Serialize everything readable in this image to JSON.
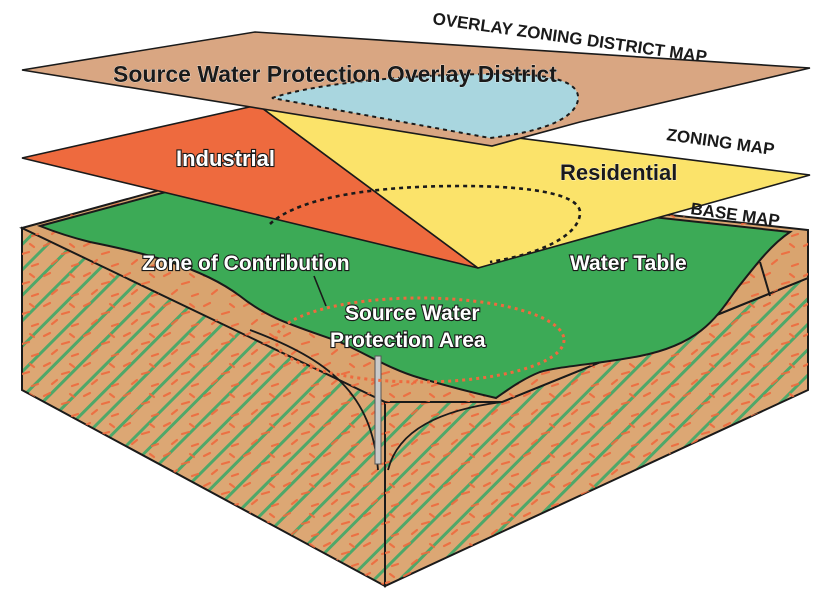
{
  "layers": {
    "overlay": {
      "map_label": "OVERLAY ZONING DISTRICT MAP",
      "district_label": "Source Water Protection Overlay District",
      "color": "#d9a682",
      "district_color": "#a9d6df"
    },
    "zoning": {
      "map_label": "ZONING MAP",
      "industrial_label": "Industrial",
      "residential_label": "Residential",
      "industrial_color": "#ee6a3e",
      "residential_color": "#fbe36a"
    },
    "base": {
      "map_label": "BASE MAP",
      "zone_label": "Zone of Contribution",
      "water_table_label": "Water Table",
      "protection_area_label_line1": "Source Water",
      "protection_area_label_line2": "Protection Area",
      "surface_color": "#3caa56",
      "soil_color": "#d9a46f"
    }
  }
}
